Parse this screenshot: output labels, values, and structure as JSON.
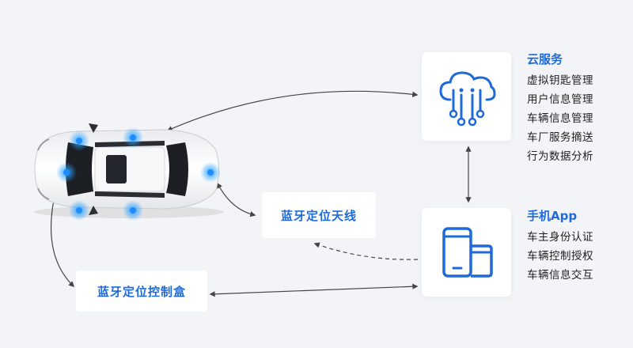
{
  "cloud_service": {
    "title": "云服务",
    "items": [
      "虚拟钥匙管理",
      "用户信息管理",
      "车辆信息管理",
      "车厂服务摘送",
      "行为数据分析"
    ]
  },
  "phone_app": {
    "title": "手机App",
    "items": [
      "车主身份认证",
      "车辆控制授权",
      "车辆信息交互"
    ]
  },
  "bt_antenna": {
    "label": "蓝牙定位天线"
  },
  "bt_control_box": {
    "label": "蓝牙定位控制盒"
  },
  "colors": {
    "accent": "#1f6ad8",
    "background": "#f3f4f7",
    "connector": "#444444",
    "antenna_glow": "#2aa3ff"
  },
  "icons": {
    "cloud": "cloud-network-icon",
    "phone": "mobile-devices-icon",
    "car": "car-top-view"
  }
}
